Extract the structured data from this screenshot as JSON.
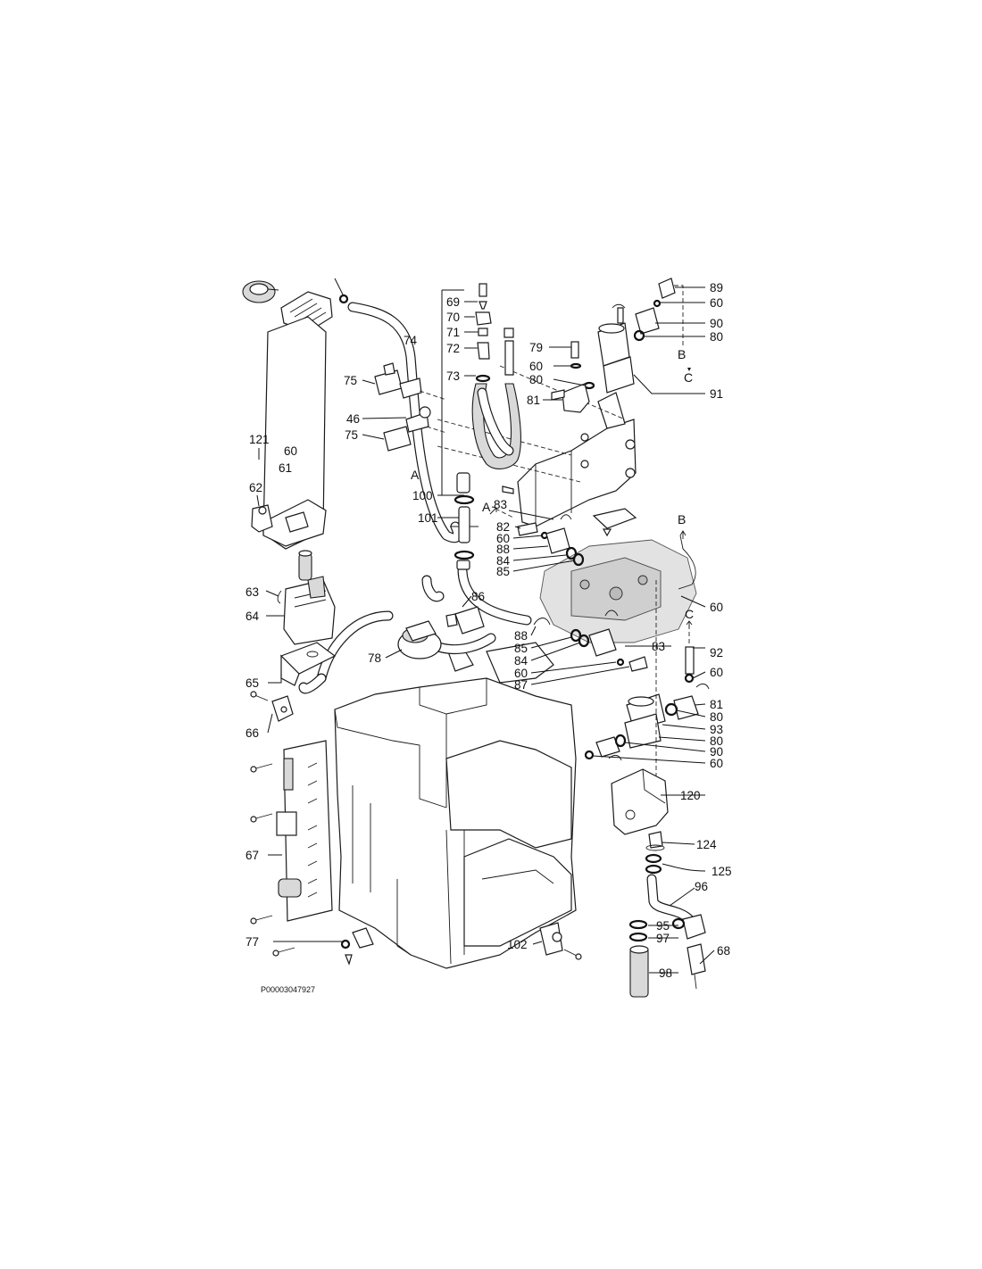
{
  "diagram_code": "P00003047927",
  "labels": {
    "l69": "69",
    "l70": "70",
    "l71": "71",
    "l72": "72",
    "l73": "73",
    "l74": "74",
    "l75a": "75",
    "l46": "46",
    "l75b": "75",
    "l121": "121",
    "l60a": "60",
    "l61": "61",
    "l62": "62",
    "l100": "100",
    "l101": "101",
    "l79": "79",
    "l60b": "60",
    "l80a": "80",
    "l81a": "81",
    "l89": "89",
    "l60c": "60",
    "l90a": "90",
    "l80b": "80",
    "l91": "91",
    "l83a": "83",
    "l82": "82",
    "l60d": "60",
    "l88a": "88",
    "l84a": "84",
    "l85a": "85",
    "l86": "86",
    "l63": "63",
    "l64": "64",
    "l78": "78",
    "l65": "65",
    "l66": "66",
    "l88b": "88",
    "l85b": "85",
    "l84b": "84",
    "l60e": "60",
    "l87": "87",
    "l83b": "83",
    "l60f": "60",
    "l92": "92",
    "l60g": "60",
    "l81b": "81",
    "l80c": "80",
    "l93": "93",
    "l80d": "80",
    "l90b": "90",
    "l60h": "60",
    "l67": "67",
    "l77": "77",
    "l120": "120",
    "l124": "124",
    "l125": "125",
    "l96": "96",
    "l95": "95",
    "l97": "97",
    "l68": "68",
    "l102": "102",
    "l98": "98"
  },
  "connectors": {
    "a_top": "A",
    "a_mid": "A",
    "b_top": "B",
    "c_top": "C",
    "b_right": "B",
    "c_right": "C"
  }
}
